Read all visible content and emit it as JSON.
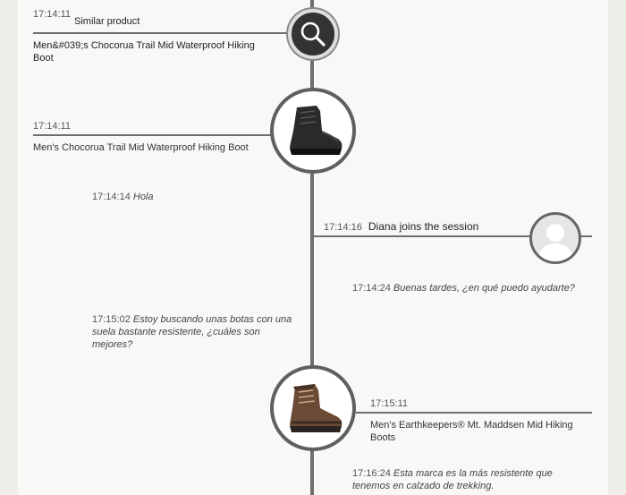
{
  "events": {
    "similar": {
      "time": "17:14:11",
      "label": "Similar product",
      "product": "Men&#039;s Chocorua Trail Mid Waterproof Hiking Boot"
    },
    "viewed1": {
      "time": "17:14:11",
      "product": "Men's Chocorua Trail Mid Waterproof Hiking Boot"
    },
    "msg_hola": {
      "time": "17:14:14",
      "text": "Hola"
    },
    "join": {
      "time": "17:14:16",
      "text": "Diana joins the session"
    },
    "msg_buenas": {
      "time": "17:14:24",
      "text": "Buenas tardes, ¿en qué puedo ayudarte?"
    },
    "msg_botas": {
      "time": "17:15:02",
      "text": "Estoy buscando unas botas con una suela bastante resistente, ¿cuáles son mejores?"
    },
    "viewed2": {
      "time": "17:15:11",
      "product": "Men's Earthkeepers® Mt. Maddsen Mid Hiking Boots"
    },
    "msg_marca": {
      "time": "17:16:24",
      "text": "Esta marca es la más resistente que tenemos en calzado de trekking."
    }
  },
  "icons": {
    "search": "search-icon",
    "boot_black": "black-boot-image",
    "boot_brown": "brown-boot-image",
    "avatar": "user-avatar-placeholder"
  }
}
